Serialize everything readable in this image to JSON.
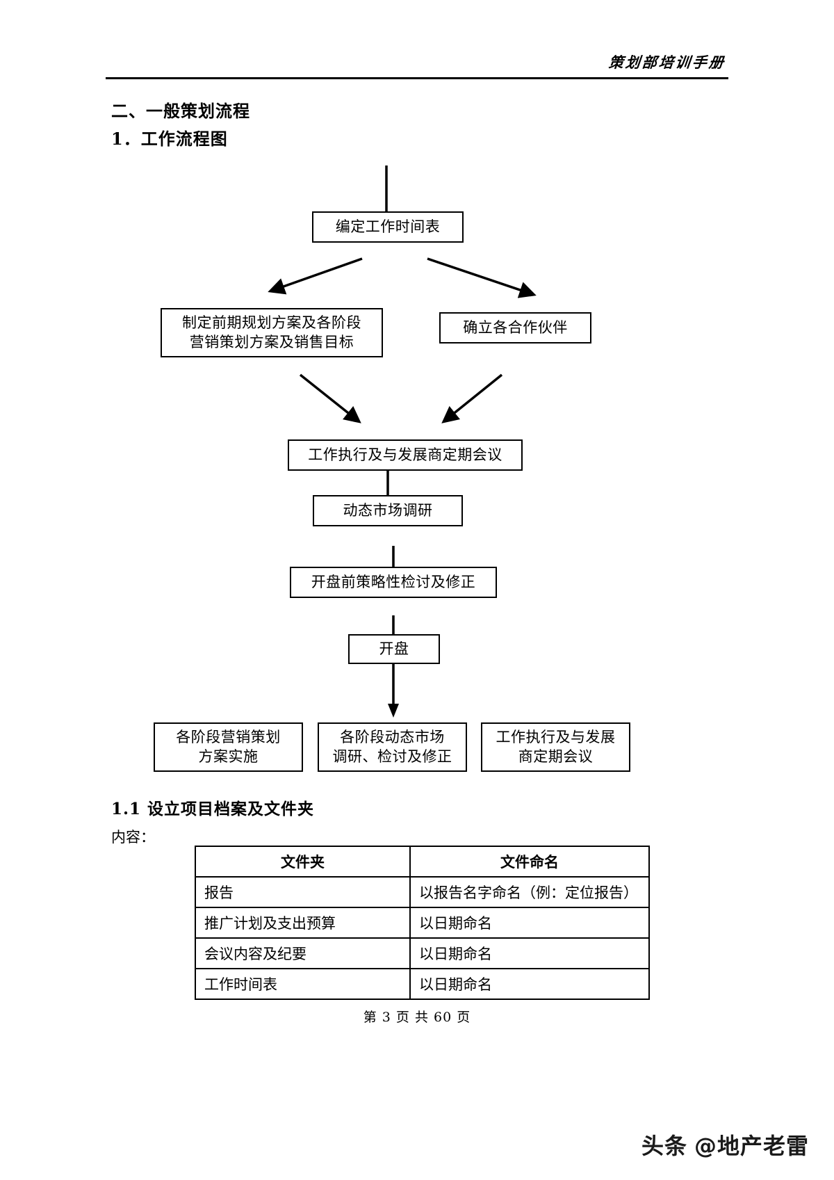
{
  "header": {
    "manual_title": "策划部培训手册"
  },
  "headings": {
    "section": "二、一般策划流程",
    "subsection_1": "1．工作流程图",
    "subsection_11": "1.1 设立项目档案及文件夹"
  },
  "body": {
    "content_label": "内容："
  },
  "flowchart": {
    "title": "工作流程图",
    "nodes": [
      {
        "id": "schedule",
        "label": "编定工作时间表"
      },
      {
        "id": "plan",
        "label": "制定前期规划方案及各阶段\n营销策划方案及销售目标"
      },
      {
        "id": "partners",
        "label": "确立各合作伙伴"
      },
      {
        "id": "execute",
        "label": "工作执行及与发展商定期会议"
      },
      {
        "id": "research",
        "label": "动态市场调研"
      },
      {
        "id": "prelaunch",
        "label": "开盘前策略性检讨及修正"
      },
      {
        "id": "launch",
        "label": "开盘"
      },
      {
        "id": "impl",
        "label": "各阶段营销策划\n方案实施"
      },
      {
        "id": "dynamic",
        "label": "各阶段动态市场\n调研、检讨及修正"
      },
      {
        "id": "meeting",
        "label": "工作执行及与发展\n商定期会议"
      }
    ],
    "connector_color": "#000000"
  },
  "folder_table": {
    "columns": [
      "文件夹",
      "文件命名"
    ],
    "rows": [
      {
        "folder": "报告",
        "naming": "以报告名字命名（例：定位报告）"
      },
      {
        "folder": "推广计划及支出预算",
        "naming": "以日期命名"
      },
      {
        "folder": "会议内容及纪要",
        "naming": "以日期命名"
      },
      {
        "folder": "工作时间表",
        "naming": "以日期命名"
      }
    ]
  },
  "footer": {
    "page_text": "第 3 页 共 60 页"
  },
  "watermark": {
    "brand": "头条",
    "user": "@地产老雷"
  }
}
